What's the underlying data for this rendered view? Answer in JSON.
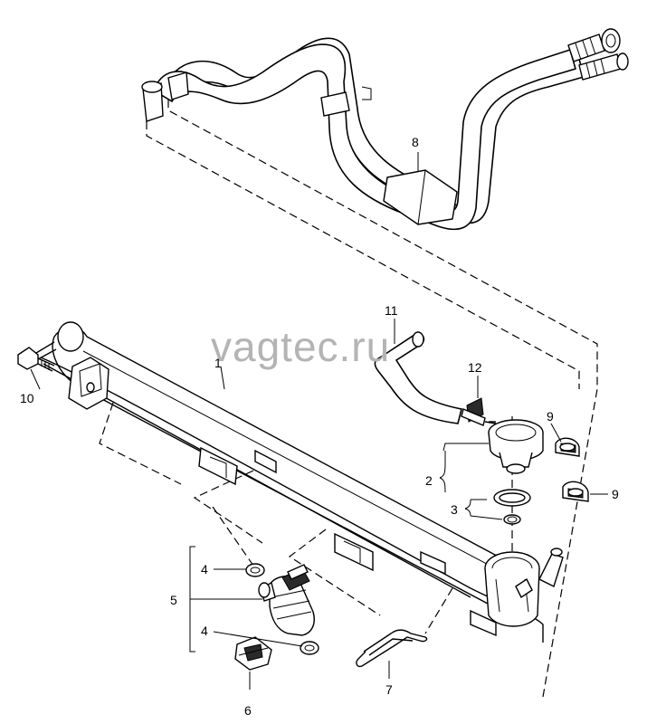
{
  "watermark": "vagtec.ru",
  "callouts": {
    "n1": "1",
    "n2": "2",
    "n3": "3",
    "n4a": "4",
    "n4b": "4",
    "n5": "5",
    "n6": "6",
    "n7": "7",
    "n8": "8",
    "n9a": "9",
    "n9b": "9",
    "n10": "10",
    "n11": "11",
    "n12": "12"
  }
}
